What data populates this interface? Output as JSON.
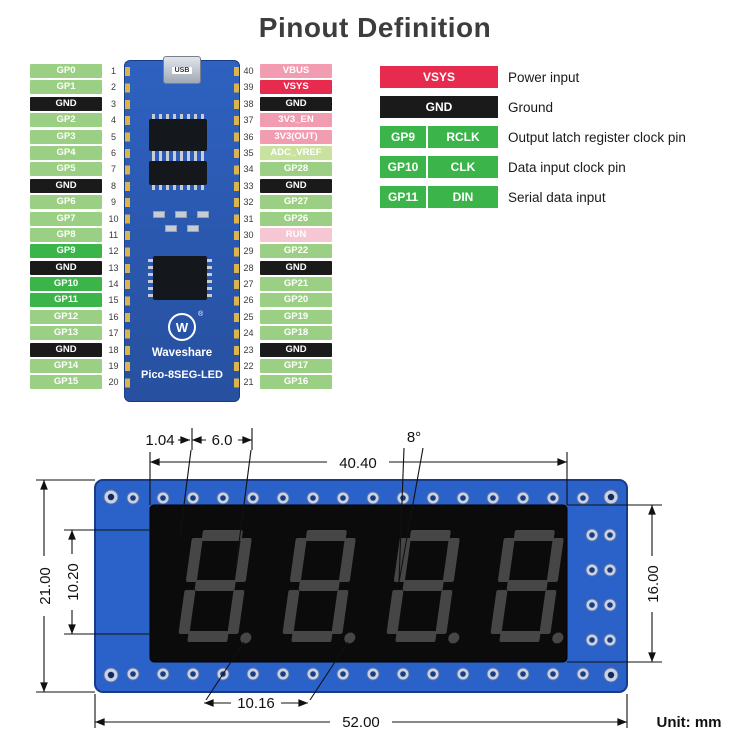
{
  "title": "Pinout Definition",
  "board": {
    "usb_label": "USB",
    "logo_letter": "W",
    "logo_reg": "®",
    "brand": "Waveshare",
    "model": "Pico-8SEG-LED"
  },
  "pins": {
    "left": [
      {
        "label": "GP0",
        "num": "1",
        "type": "gpio"
      },
      {
        "label": "GP1",
        "num": "2",
        "type": "gpio"
      },
      {
        "label": "GND",
        "num": "3",
        "type": "gnd"
      },
      {
        "label": "GP2",
        "num": "4",
        "type": "gpio"
      },
      {
        "label": "GP3",
        "num": "5",
        "type": "gpio"
      },
      {
        "label": "GP4",
        "num": "6",
        "type": "gpio"
      },
      {
        "label": "GP5",
        "num": "7",
        "type": "gpio"
      },
      {
        "label": "GND",
        "num": "8",
        "type": "gnd"
      },
      {
        "label": "GP6",
        "num": "9",
        "type": "gpio"
      },
      {
        "label": "GP7",
        "num": "10",
        "type": "gpio"
      },
      {
        "label": "GP8",
        "num": "11",
        "type": "gpio"
      },
      {
        "label": "GP9",
        "num": "12",
        "type": "used"
      },
      {
        "label": "GND",
        "num": "13",
        "type": "gnd"
      },
      {
        "label": "GP10",
        "num": "14",
        "type": "used"
      },
      {
        "label": "GP11",
        "num": "15",
        "type": "used"
      },
      {
        "label": "GP12",
        "num": "16",
        "type": "gpio"
      },
      {
        "label": "GP13",
        "num": "17",
        "type": "gpio"
      },
      {
        "label": "GND",
        "num": "18",
        "type": "gnd"
      },
      {
        "label": "GP14",
        "num": "19",
        "type": "gpio"
      },
      {
        "label": "GP15",
        "num": "20",
        "type": "gpio"
      }
    ],
    "right": [
      {
        "label": "VBUS",
        "num": "40",
        "type": "power"
      },
      {
        "label": "VSYS",
        "num": "39",
        "type": "vsys"
      },
      {
        "label": "GND",
        "num": "38",
        "type": "gnd"
      },
      {
        "label": "3V3_EN",
        "num": "37",
        "type": "power"
      },
      {
        "label": "3V3(OUT)",
        "num": "36",
        "type": "power"
      },
      {
        "label": "ADC_VREF",
        "num": "35",
        "type": "adc"
      },
      {
        "label": "GP28",
        "num": "34",
        "type": "gpio"
      },
      {
        "label": "GND",
        "num": "33",
        "type": "gnd"
      },
      {
        "label": "GP27",
        "num": "32",
        "type": "gpio"
      },
      {
        "label": "GP26",
        "num": "31",
        "type": "gpio"
      },
      {
        "label": "RUN",
        "num": "30",
        "type": "run"
      },
      {
        "label": "GP22",
        "num": "29",
        "type": "gpio"
      },
      {
        "label": "GND",
        "num": "28",
        "type": "gnd"
      },
      {
        "label": "GP21",
        "num": "27",
        "type": "gpio"
      },
      {
        "label": "GP20",
        "num": "26",
        "type": "gpio"
      },
      {
        "label": "GP19",
        "num": "25",
        "type": "gpio"
      },
      {
        "label": "GP18",
        "num": "24",
        "type": "gpio"
      },
      {
        "label": "GND",
        "num": "23",
        "type": "gnd"
      },
      {
        "label": "GP17",
        "num": "22",
        "type": "gpio"
      },
      {
        "label": "GP16",
        "num": "21",
        "type": "gpio"
      }
    ]
  },
  "legend": [
    {
      "pin": "VSYS",
      "func": "",
      "type": "vsys",
      "desc": "Power input"
    },
    {
      "pin": "GND",
      "func": "",
      "type": "gnd",
      "desc": "Ground"
    },
    {
      "pin": "GP9",
      "func": "RCLK",
      "type": "used",
      "desc": "Output latch register clock pin"
    },
    {
      "pin": "GP10",
      "func": "CLK",
      "type": "used",
      "desc": "Data input clock pin"
    },
    {
      "pin": "GP11",
      "func": "DIN",
      "type": "used",
      "desc": "Serial data input"
    }
  ],
  "dimensions": {
    "seg_width": "1.04",
    "digit_width": "6.0",
    "slant_angle": "8°",
    "display_width": "40.40",
    "board_height": "21.00",
    "digit_height": "10.20",
    "display_height": "16.00",
    "digit_pitch": "10.16",
    "board_width": "52.00",
    "unit": "Unit: mm"
  },
  "colors": {
    "gpio": "#9BCF83",
    "gpio_used": "#3BB54A",
    "gnd": "#1A1A1A",
    "vsys": "#E62B4E",
    "power": "#F29CB2",
    "run": "#F6C6D2",
    "adc_vref": "#C9E2A0",
    "pcb_blue": "#2A62C9",
    "display_black": "#0B0B0B"
  }
}
